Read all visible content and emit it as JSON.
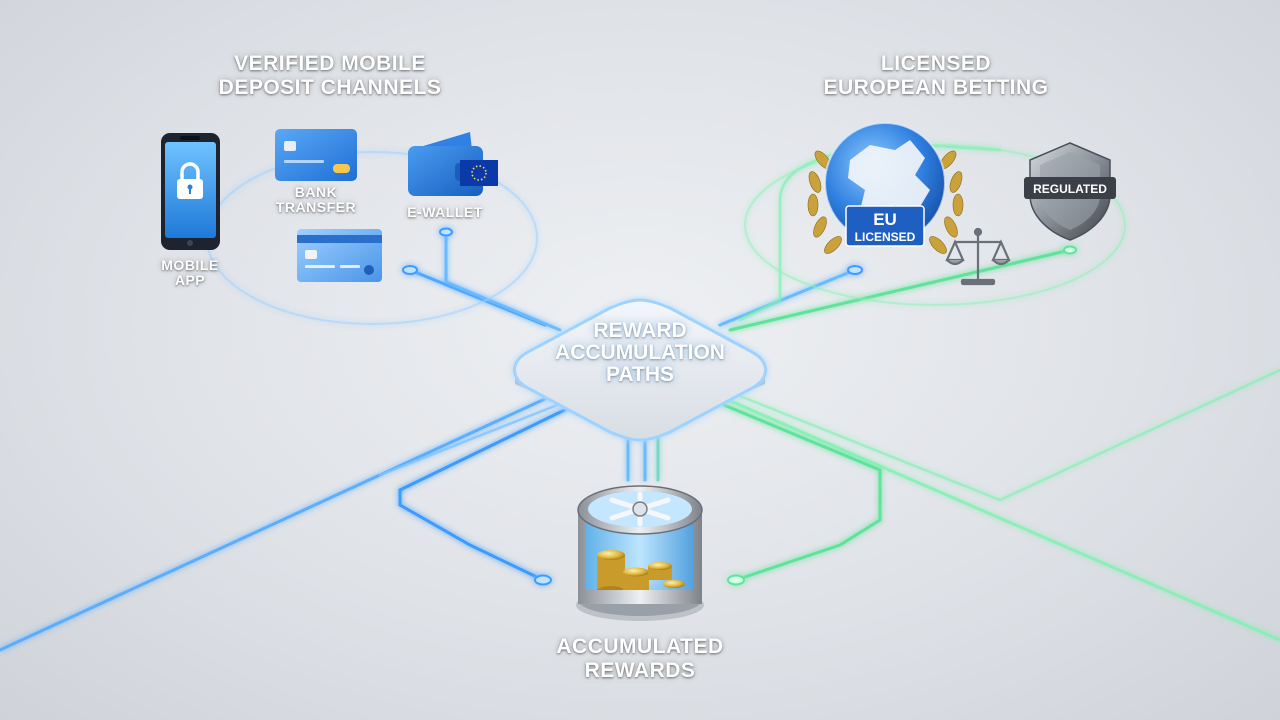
{
  "deposit_section": {
    "title_line1": "VERIFIED MOBILE",
    "title_line2": "DEPOSIT CHANNELS",
    "mobile_app": {
      "line1": "MOBILE",
      "line2": "APP"
    },
    "bank_transfer": {
      "line1": "BANK",
      "line2": "TRANSFER"
    },
    "e_wallet": "E-WALLET"
  },
  "license_section": {
    "title_line1": "LICENSED",
    "title_line2": "EUROPEAN BETTING",
    "eu_badge": {
      "line1": "EU",
      "line2": "LICENSED"
    },
    "regulated_badge": "REGULATED"
  },
  "hub": {
    "line1": "REWARD",
    "line2": "ACCUMULATION",
    "line3": "PATHS"
  },
  "rewards": {
    "line1": "ACCUMULATED",
    "line2": "REWARDS"
  },
  "colors": {
    "blue_path": "#3d9bff",
    "green_path": "#5fe39a",
    "accent_blue": "#1f6fd6"
  },
  "icons": [
    "lock-icon",
    "credit-card-icon",
    "wallet-icon",
    "eu-flag-icon",
    "globe-icon",
    "laurel-icon",
    "scales-icon",
    "shield-icon",
    "coin-vault-icon"
  ]
}
